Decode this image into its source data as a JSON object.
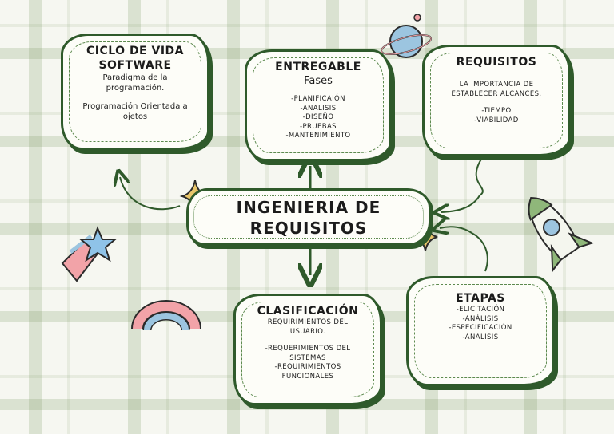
{
  "center": {
    "line1": "INGENIERIA DE",
    "line2": "REQUISITOS"
  },
  "ciclo": {
    "title1": "CICLO DE VIDA",
    "title2": "SOFTWARE",
    "l1": "Paradigma de la",
    "l2": "programación.",
    "l3": "Programación Orientada a",
    "l4": "ojetos"
  },
  "entregable": {
    "title": "ENTREGABLE",
    "sub": "Fases",
    "items": [
      "-PLANIFICAIÓN",
      "-ANALISIS",
      "-DISEÑO",
      "-PRUEBAS",
      "-MANTENIMIENTO"
    ]
  },
  "requisitos": {
    "title": "REQUISITOS",
    "l1": "LA IMPORTANCIA DE",
    "l2": "ESTABLECER ALCANCES.",
    "items": [
      "-TIEMPO",
      "-VIABILIDAD"
    ]
  },
  "clasificacion": {
    "title": "CLASIFICACIÓN",
    "l1": "REQUIRIMIENTOS  DEL",
    "l2": "USUARIO.",
    "l3": "-REQUERIMIENTOS DEL",
    "l4": "SISTEMAS",
    "l5": "-REQUIRIMIENTOS",
    "l6": "FUNCIONALES"
  },
  "etapas": {
    "title": "ETAPAS",
    "items": [
      "-ELICITACIÓN",
      "-ANÁLISIS",
      "-ESPECIFICACIÓN",
      "-ANALISIS"
    ]
  },
  "colors": {
    "green": "#2f5a2b",
    "lightgreen": "#5d8a4f",
    "card": "#fdfdf8",
    "star": "#8fc3e8",
    "rainbow_pink": "#f2a3a8",
    "rainbow_blue": "#9cc5e0",
    "gold": "#e8c56a"
  },
  "icons": [
    "planet-icon",
    "rocket-icon",
    "shooting-star-icon",
    "rainbow-icon",
    "sparkle-icon"
  ]
}
